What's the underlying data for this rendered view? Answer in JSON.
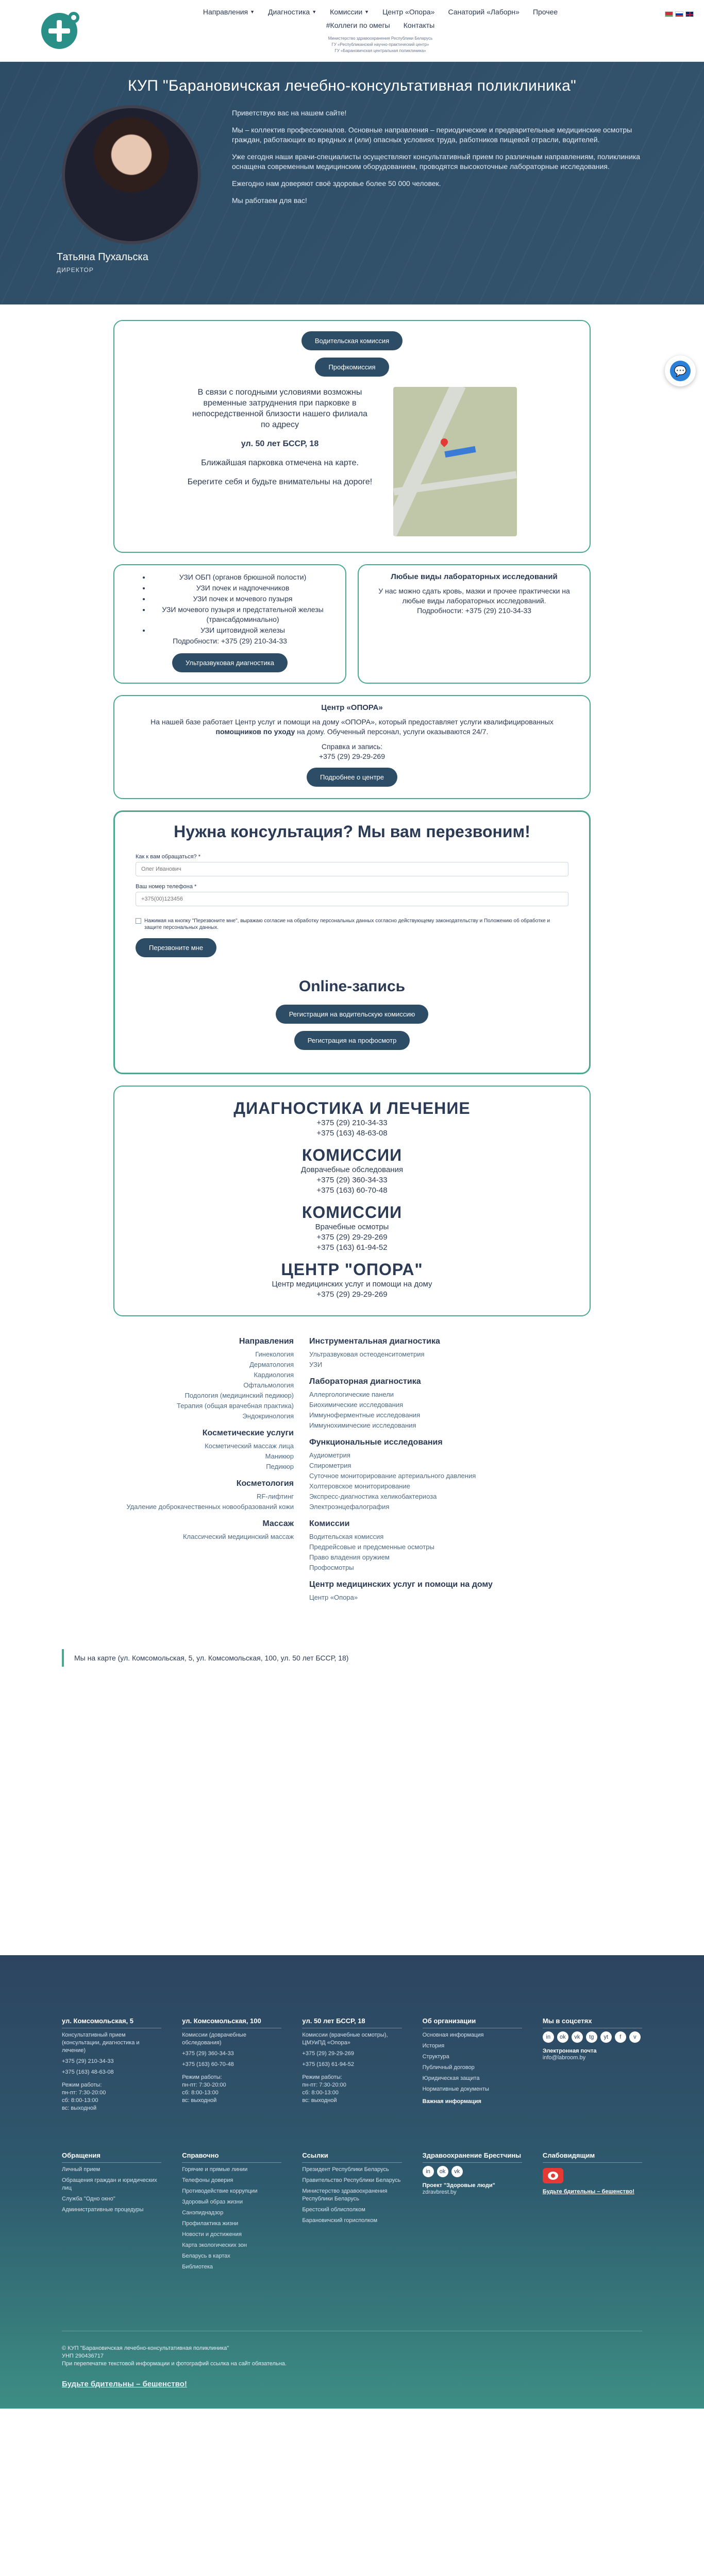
{
  "nav": {
    "items": [
      "Направления",
      "Диагностика",
      "Комиссии",
      "Центр «Опора»",
      "Санаторий «Лаборн»",
      "Прочее"
    ],
    "has_dropdown": [
      true,
      true,
      true,
      false,
      false,
      false
    ],
    "row2": [
      "#Коллеги по омегы",
      "Контакты"
    ],
    "ministry": "Министерство здравоохранения Республики Беларусь\nГУ «Республиканский научно-практический центр»\nГУ «Барановичская центральная поликлиника»"
  },
  "hero": {
    "title": "КУП \"Барановичская лечебно-консультативная поликлиника\"",
    "director_name": "Татьяна Пухальска",
    "director_role": "ДИРЕКТОР",
    "paragraphs": [
      "Приветствую вас на нашем сайте!",
      "Мы – коллектив профессионалов. Основные направления – периодические и предварительные медицинские осмотры граждан, работающих во вредных и (или) опасных условиях труда, работников пищевой отрасли, водителей.",
      "Уже сегодня наши врачи-специалисты осуществляют консультативный прием по различным направлениям, поликлиника оснащена современным медицинским оборудованием, проводятся высокоточные лабораторные исследования.",
      "Ежегодно нам доверяют своё здоровье более 50 000 человек.",
      "Мы работаем для вас!"
    ]
  },
  "top_card": {
    "btn1": "Водительская комиссия",
    "btn2": "Профкомиссия",
    "notice1": "В связи с погодными условиями возможны временные затруднения при парковке в непосредственной близости нашего филиала по адресу",
    "address": "ул. 50 лет БССР, 18",
    "notice2": "Ближайшая парковка отмечена на карте.",
    "notice3": "Берегите себя и будьте внимательны на дороге!"
  },
  "uzi": {
    "items": [
      "УЗИ ОБП (органов брюшной полости)",
      "УЗИ почек и надпочечников",
      "УЗИ почек и мочевого пузыря",
      "УЗИ мочевого пузыря и предстательной железы (трансабдоминально)",
      "УЗИ щитовидной железы"
    ],
    "phone": "Подробности: +375 (29) 210-34-33",
    "btn": "Ультразвуковая диагностика"
  },
  "lab": {
    "title": "Любые виды лабораторных исследований",
    "text": "У нас можно сдать кровь, мазки и прочее практически на любые виды лабораторных исследований.",
    "phone": "Подробности: +375 (29) 210-34-33"
  },
  "opora": {
    "title": "Центр «ОПОРА»",
    "text_pre": "На нашей базе работает Центр услуг и помощи на дому «ОПОРА», который предоставляет услуги квалифицированных ",
    "text_bold": "помощников по уходу",
    "text_post": " на дому. Обученный персонал, услуги оказываются 24/7.",
    "ref": "Справка и запись:",
    "phone": "+375 (29) 29-29-269",
    "btn": "Подробнее о центре"
  },
  "callback": {
    "title": "Нужна консультация? Мы вам перезвоним!",
    "name_label": "Как к вам обращаться? *",
    "name_placeholder": "Олег Иванович",
    "phone_label": "Ваш номер телефона *",
    "phone_placeholder": "+375(00)123456",
    "consent": "Нажимая на кнопку \"Перезвоните мне\", выражаю согласие на обработку персональных данных согласно действующему законодательству и Положению об обработке и защите персональных данных.",
    "btn": "Перезвоните мне",
    "online_title": "Online-запись",
    "online_btn1": "Регистрация на водительскую комиссию",
    "online_btn2": "Регистрация на профосмотр"
  },
  "contacts": {
    "h1": "ДИАГНОСТИКА И ЛЕЧЕНИЕ",
    "p1a": "+375 (29) 210-34-33",
    "p1b": "+375 (163) 48-63-08",
    "h2": "КОМИССИИ",
    "s2": "Доврачебные обследования",
    "p2a": "+375 (29) 360-34-33",
    "p2b": "+375 (163) 60-70-48",
    "h3": "КОМИССИИ",
    "s3": "Врачебные осмотры",
    "p3a": "+375 (29) 29-29-269",
    "p3b": "+375 (163) 61-94-52",
    "h4": "ЦЕНТР \"ОПОРА\"",
    "s4": "Центр медицинских услуг и помощи на дому",
    "p4a": "+375 (29) 29-29-269"
  },
  "services": {
    "left": [
      {
        "h": "Направления",
        "items": [
          "Гинекология",
          "Дерматология",
          "Кардиология",
          "Офтальмология",
          "Подология (медицинский педикюр)",
          "Терапия (общая врачебная практика)",
          "Эндокринология"
        ]
      },
      {
        "h": "Косметические услуги",
        "items": [
          "Косметический массаж лица",
          "Маникюр",
          "Педикюр"
        ]
      },
      {
        "h": "Косметология",
        "items": [
          "RF-лифтинг",
          "Удаление доброкачественных новообразований кожи"
        ]
      },
      {
        "h": "Массаж",
        "items": [
          "Классический медицинский массаж"
        ]
      }
    ],
    "right": [
      {
        "h": "Инструментальная диагностика",
        "items": [
          "Ультразвуковая остеоденситометрия",
          "УЗИ"
        ]
      },
      {
        "h": "Лабораторная диагностика",
        "items": [
          "Аллергологические панели",
          "Биохимические исследования",
          "Иммуноферментные исследования",
          "Иммунохимические исследования"
        ]
      },
      {
        "h": "Функциональные исследования",
        "items": [
          "Аудиометрия",
          "Спирометрия",
          "Суточное мониторирование артериального давления",
          "Холтеровское мониторирование",
          "Экспресс-диагностика хеликобактериоза",
          "Электроэнцефалография"
        ]
      },
      {
        "h": "Комиссии",
        "items": [
          "Водительская комиссия",
          "Предрейсовые и предсменные осмотры",
          "Право владения оружием",
          "Профосмотры"
        ]
      },
      {
        "h": "Центр медицинских услуг и помощи на дому",
        "items": [
          "Центр «Опора»"
        ]
      }
    ]
  },
  "address_bar": "Мы на карте (ул. Комсомольская, 5, ул. Комсомольская, 100, ул. 50 лет БССР, 18)",
  "footer": {
    "col1": {
      "h": "ул. Комсомольская, 5",
      "t": "Консультативный прием (консультации, диагностика и лечение)",
      "p": "+375 (29) 210-34-33\n+375 (163) 48-63-08",
      "hours": "Режим работы:\nпн-пт: 7:30-20:00\nсб: 8:00-13:00\nвс: выходной"
    },
    "col2": {
      "h": "ул. Комсомольская, 100",
      "t": "Комиссии (доврачебные обследования)",
      "p": "+375 (29) 360-34-33\n+375 (163) 60-70-48",
      "hours": "Режим работы:\nпн-пт: 7:30-20:00\nсб: 8:00-13:00\nвс: выходной"
    },
    "col3": {
      "h": "ул. 50 лет БССР, 18",
      "t": "Комиссии (врачебные осмотры), ЦМУиПД «Опора»",
      "p": "+375 (29) 29-29-269\n+375 (163) 61-94-52",
      "hours": "Режим работы:\nпн-пт: 7:30-20:00\nсб: 8:00-13:00\nвс: выходной"
    },
    "col4": {
      "h": "Об организации",
      "items": [
        "Основная информация",
        "История",
        "Структура",
        "Публичный договор",
        "Юридическая защита",
        "Нормативные документы"
      ],
      "sub": "Важная информация"
    },
    "col5": {
      "h": "Мы в соцсетях",
      "socials": [
        "in",
        "ok",
        "vk",
        "tg",
        "yt",
        "f",
        "v"
      ],
      "email_h": "Электронная почта",
      "email": "info@labroom.by"
    },
    "row2": [
      {
        "h": "Обращения",
        "items": [
          "Личный прием",
          "Обращения граждан и юридических лиц",
          "Служба \"Одно окно\"",
          "Административные процедуры"
        ]
      },
      {
        "h": "Справочно",
        "items": [
          "Горячие и прямые линии",
          "Телефоны доверия",
          "Противодействие коррупции",
          "Здоровый образ жизни",
          "Санэпиднадзор",
          "Профилактика жизни",
          "Новости и достижения",
          "Карта экологических зон",
          "Беларусь в картах",
          "Библиотека"
        ]
      },
      {
        "h": "Ссылки",
        "items": [
          "Президент Республики Беларусь",
          "Правительство Республики Беларусь",
          "Министерство здравоохранения Республики Беларусь",
          "Брестский облисполком",
          "Барановичский горисполком"
        ]
      },
      {
        "h": "Здравоохранение Брестчины",
        "socials": [
          "in",
          "ok",
          "vk"
        ],
        "sub": "Проект \"Здоровые люди\"",
        "sub2": "zdravbrest.by"
      },
      {
        "h": "Слабовидящим",
        "slogan": "Будьте бдительны – бешенство!"
      }
    ],
    "copyright": "© КУП \"Барановичская лечебно-консультативная поликлиника\"",
    "unp": "УНП 290436717",
    "policy": "При перепечатке текстовой информации и фотографий ссылка на сайт обязательна.",
    "slogan": "Будьте бдительны – бешенство!"
  }
}
